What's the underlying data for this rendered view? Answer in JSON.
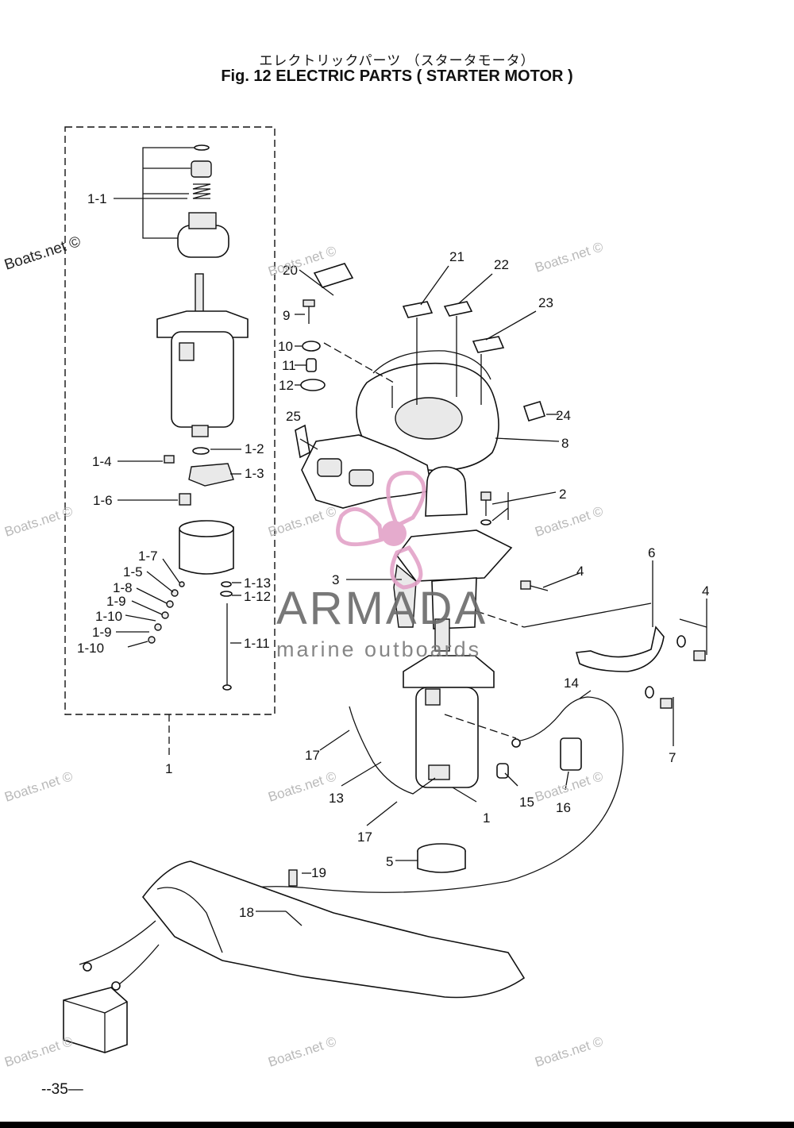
{
  "header": {
    "title_jp": "エレクトリックパーツ （スタータモータ）",
    "title_en": "Fig. 12   ELECTRIC PARTS ( STARTER MOTOR )"
  },
  "callouts": {
    "sub": [
      "1-1",
      "1-2",
      "1-3",
      "1-4",
      "1-5",
      "1-6",
      "1-7",
      "1-8",
      "1-9",
      "1-10",
      "1-9",
      "1-10",
      "1-11",
      "1-12",
      "1-13"
    ],
    "main": [
      "1",
      "1",
      "2",
      "3",
      "4",
      "4",
      "5",
      "6",
      "7",
      "8",
      "9",
      "10",
      "11",
      "12",
      "13",
      "14",
      "15",
      "16",
      "17",
      "17",
      "18",
      "19",
      "20",
      "21",
      "22",
      "23",
      "24",
      "25"
    ]
  },
  "watermarks": {
    "site": "Boats.net ©",
    "brand_name": "ARMADA",
    "brand_tagline": "marine outboards",
    "brand_color": "#e3a3c8"
  },
  "footer": {
    "page_number": "--35—"
  }
}
